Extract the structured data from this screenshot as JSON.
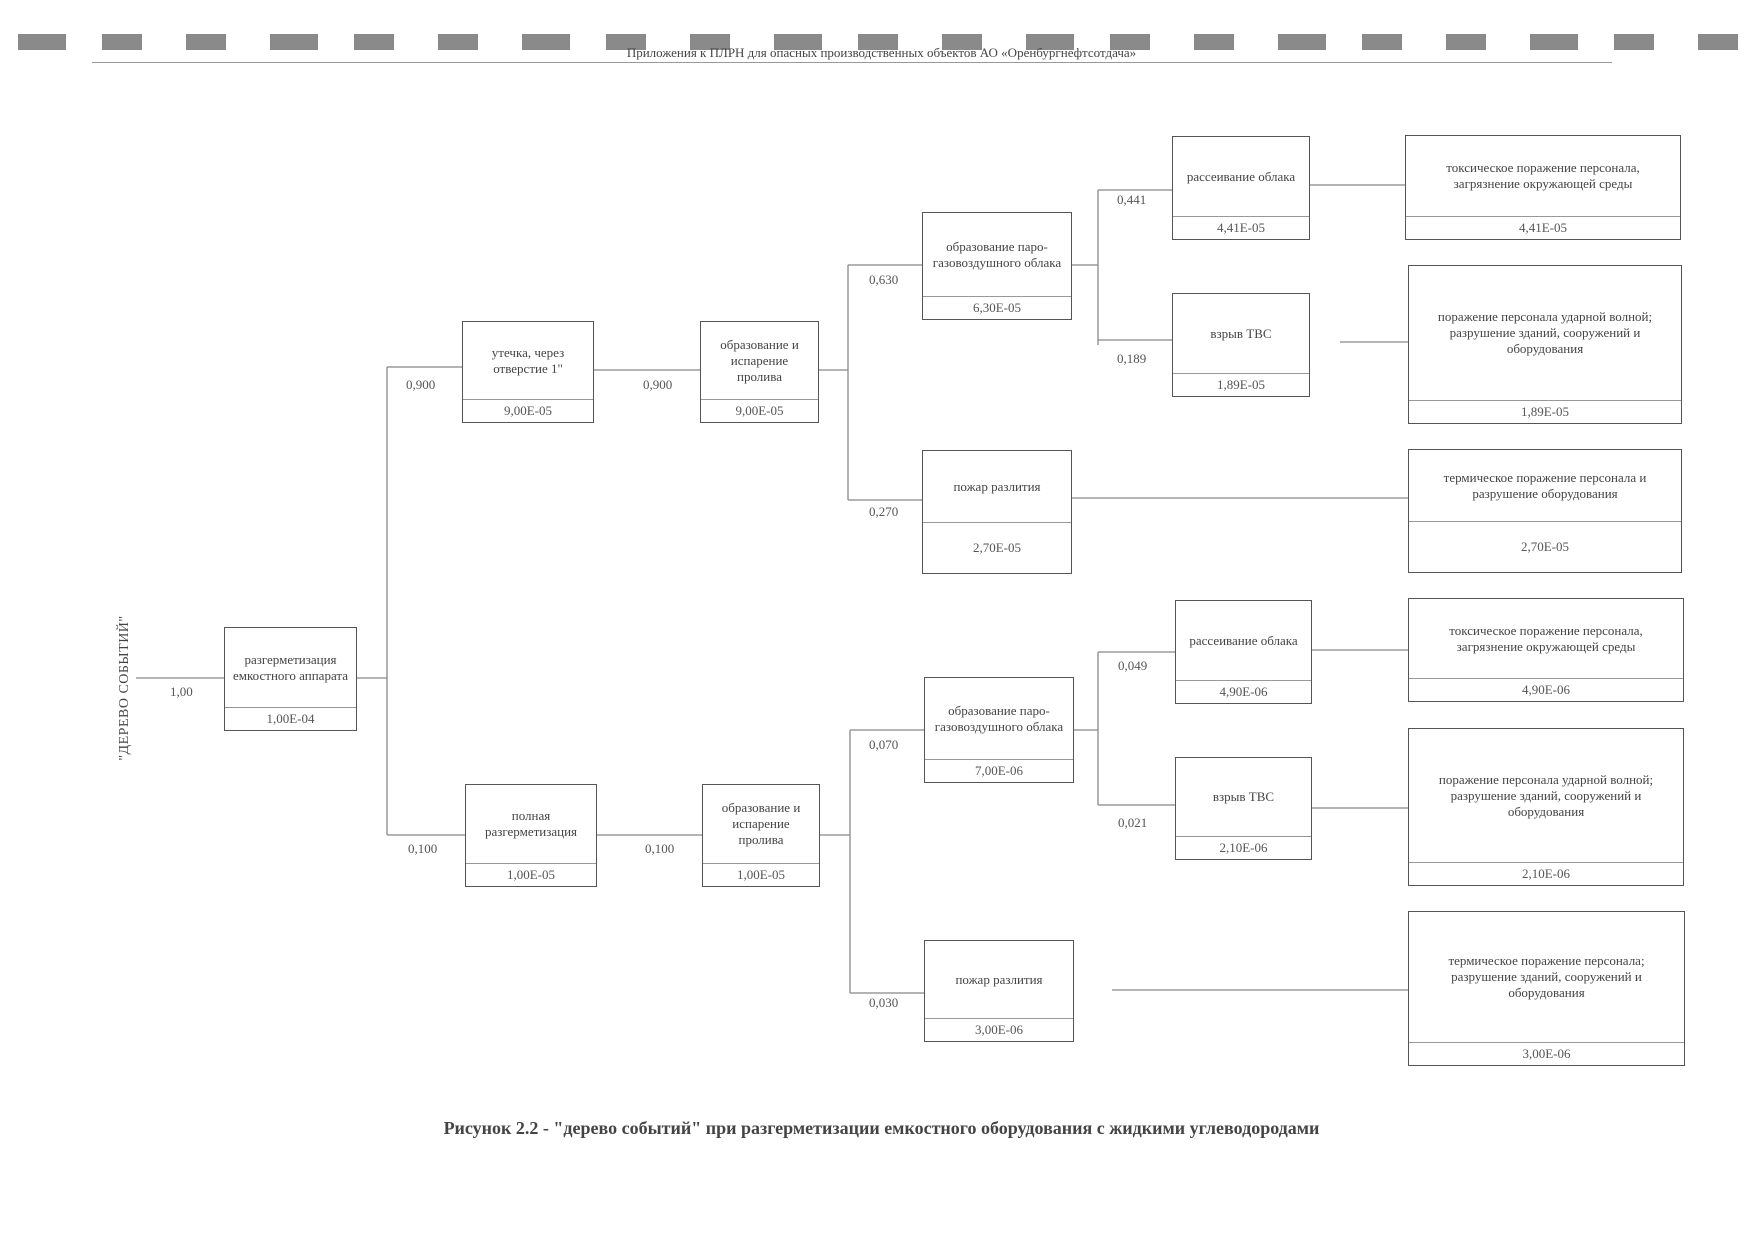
{
  "header": {
    "text": "Приложения к ПЛРН для опасных производственных объектов  АО «Оренбургнефтсотдача»"
  },
  "title": "\"ДЕРЕВО СОБЫТИЙ\"",
  "caption": "Рисунок 2.2 - \"дерево событий\" при разгерметизации емкостного  оборудования с жидкими углеводородами",
  "root_prob": "1,00",
  "nodes": {
    "root": {
      "label": "разгерметизация емкостного аппарата",
      "value": "1,00E-04"
    },
    "leak": {
      "label": "утечка, через отверстие 1\"",
      "value": "9,00E-05"
    },
    "evap1": {
      "label": "образование и испарение пролива",
      "value": "9,00E-05"
    },
    "cloud1": {
      "label": "образование паро-газовоздушного облака",
      "value": "6,30E-05"
    },
    "disp1": {
      "label": "рассеивание облака",
      "value": "4,41E-05"
    },
    "expl1": {
      "label": "взрыв ТВС",
      "value": "1,89E-05"
    },
    "fire1": {
      "label": "пожар разлития",
      "value": "2,70E-05"
    },
    "full": {
      "label": "полная разгерметизация",
      "value": "1,00E-05"
    },
    "evap2": {
      "label": "образование и испарение пролива",
      "value": "1,00E-05"
    },
    "cloud2": {
      "label": "образование паро-газовоздушного облака",
      "value": "7,00E-06"
    },
    "disp2": {
      "label": "рассеивание облака",
      "value": "4,90E-06"
    },
    "expl2": {
      "label": "взрыв ТВС",
      "value": "2,10E-06"
    },
    "fire2": {
      "label": "пожар разлития",
      "value": "3,00E-06"
    }
  },
  "outcomes": {
    "o1": {
      "label": "токсическое поражение персонала, загрязнение окружающей среды",
      "value": "4,41E-05"
    },
    "o2": {
      "label": "поражение персонала ударной волной; разрушение зданий, сооружений и оборудования",
      "value": "1,89E-05"
    },
    "o3": {
      "label": "термическое поражение персонала и разрушение оборудования",
      "value": "2,70E-05"
    },
    "o4": {
      "label": "токсическое поражение персонала, загрязнение окружающей среды",
      "value": "4,90E-06"
    },
    "o5": {
      "label": "поражение персонала ударной волной; разрушение зданий, сооружений и оборудования",
      "value": "2,10E-06"
    },
    "o6": {
      "label": "термическое поражение персонала; разрушение зданий, сооружений и оборудования",
      "value": "3,00E-06"
    }
  },
  "branch_probs": {
    "p_leak": "0,900",
    "p_evap1": "0,900",
    "p_cloud1": "0,630",
    "p_fire1": "0,270",
    "p_disp1": "0,441",
    "p_expl1": "0,189",
    "p_full": "0,100",
    "p_evap2": "0,100",
    "p_cloud2": "0,070",
    "p_fire2": "0,030",
    "p_disp2": "0,049",
    "p_expl2": "0,021"
  }
}
